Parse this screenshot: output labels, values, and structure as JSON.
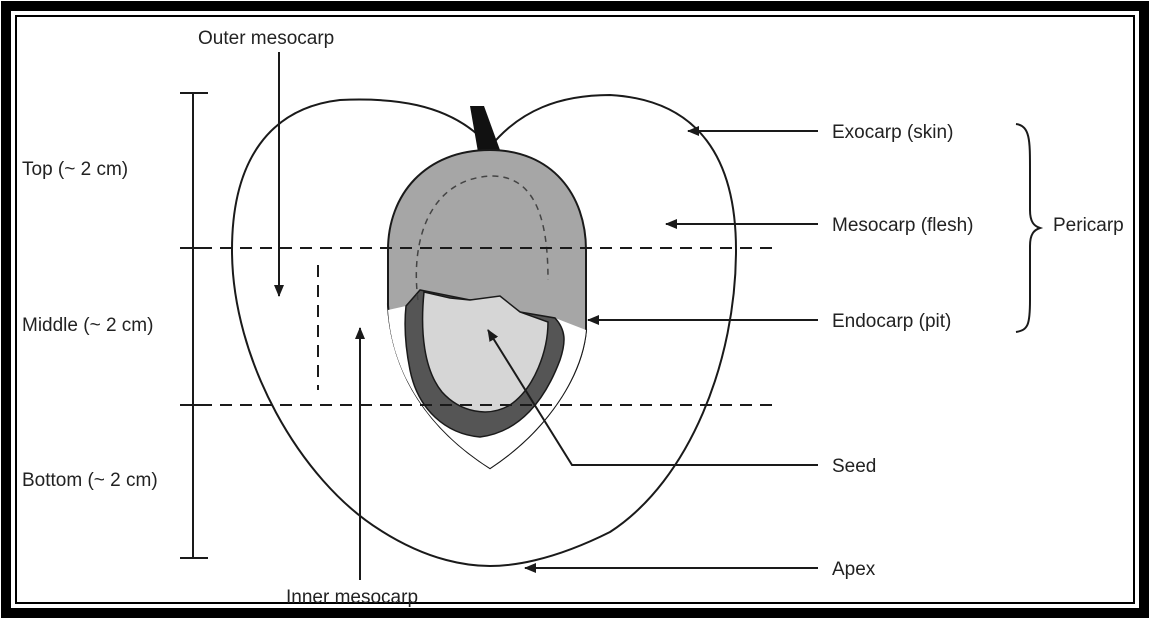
{
  "labels": {
    "outer_mesocarp": "Outer mesocarp",
    "inner_mesocarp": "Inner mesocarp",
    "top": "Top (~ 2 cm)",
    "middle": "Middle (~ 2 cm)",
    "bottom": "Bottom (~ 2 cm)",
    "exocarp": "Exocarp (skin)",
    "mesocarp": "Mesocarp (flesh)",
    "pericarp": "Pericarp",
    "endocarp": "Endocarp (pit)",
    "seed": "Seed",
    "apex": "Apex"
  },
  "colors": {
    "frame": "#000000",
    "line": "#1a1a1a",
    "pit_fill": "#a6a6a6",
    "endocarp_band": "#555555",
    "seed_fill": "#d6d6d6",
    "stem": "#111111"
  }
}
